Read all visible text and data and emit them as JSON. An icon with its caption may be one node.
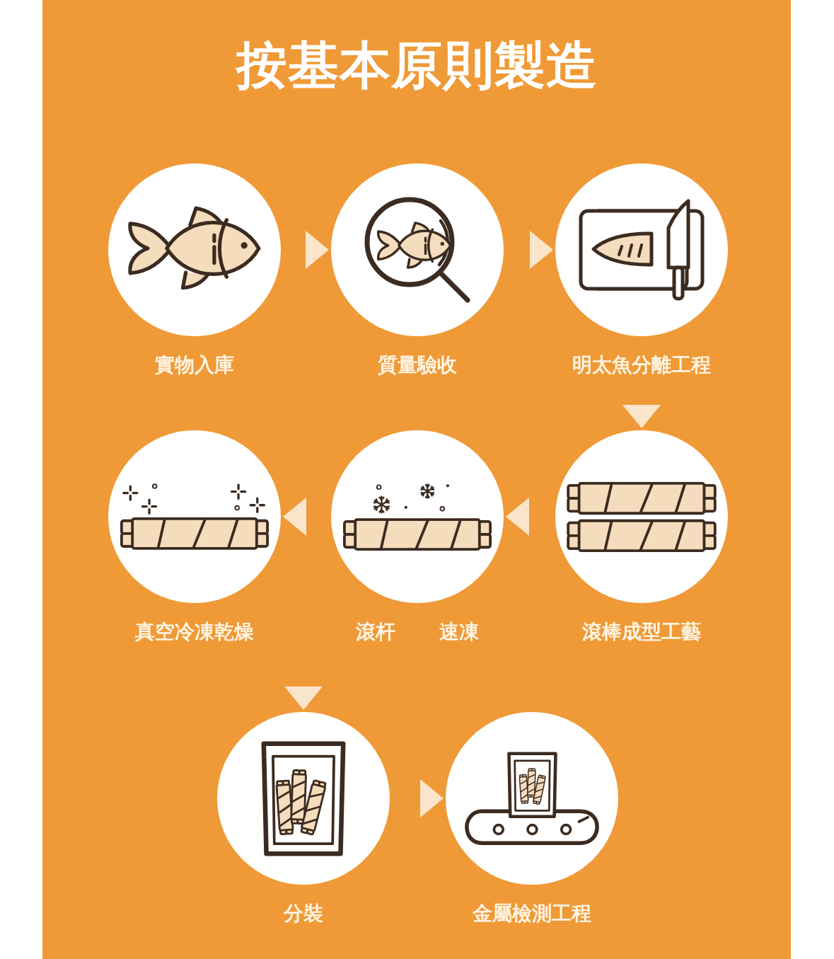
{
  "diagram": {
    "title": "按基本原則製造",
    "nodes": [
      {
        "text": [
          "實物入庫"
        ]
      },
      {
        "text": [
          "質量驗收"
        ]
      },
      {
        "text": [
          "明太魚分離工程"
        ]
      },
      {
        "text": [
          "真空冷凍乾燥"
        ]
      },
      {
        "text": [
          "滾杆 速凍"
        ]
      },
      {
        "text": [
          "滾棒成型工藝"
        ]
      },
      {
        "text": [
          "分裝"
        ]
      },
      {
        "text": [
          "金屬檢測工程"
        ]
      }
    ],
    "edges": [
      {
        "from": 0,
        "to": 1,
        "arrow": "to"
      },
      {
        "from": 1,
        "to": 2,
        "arrow": "to"
      },
      {
        "from": 2,
        "to": 5,
        "arrow": "to"
      },
      {
        "from": 5,
        "to": 4,
        "arrow": "to"
      },
      {
        "from": 4,
        "to": 3,
        "arrow": "to"
      },
      {
        "from": 3,
        "to": 6,
        "arrow": "to"
      },
      {
        "from": 6,
        "to": 7,
        "arrow": "to"
      }
    ]
  }
}
